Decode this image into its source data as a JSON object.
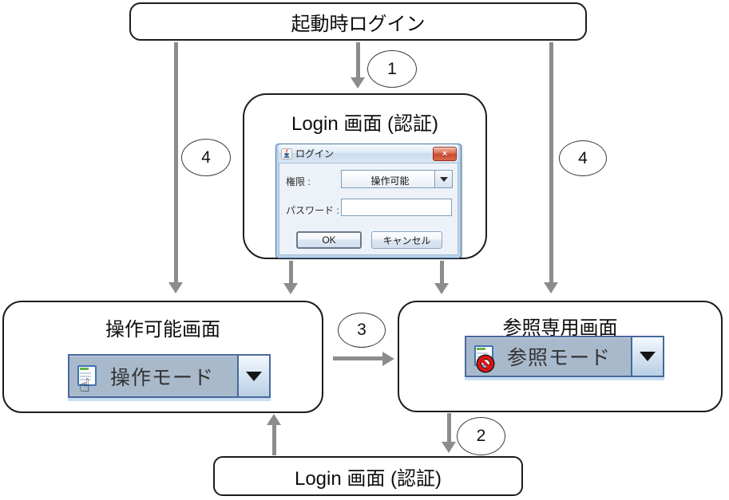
{
  "diagram": {
    "nodes": {
      "startup": "起動時ログイン",
      "login_top": "Login 画面 (認証)",
      "operable": "操作可能画面",
      "readonly": "参照専用画面",
      "login_bottom": "Login 画面 (認証)"
    },
    "step_labels": {
      "one": "1",
      "two": "2",
      "three": "3",
      "four_left": "4",
      "four_right": "4"
    },
    "colors": {
      "arrow": "#8c8c8c",
      "node_border": "#1c1c1c",
      "mode_combo_bg": "#a9b9cc",
      "mode_combo_border": "#47699b"
    }
  },
  "login_dialog": {
    "title": "ログイン",
    "close_glyph": "×",
    "permission_label": "権限 :",
    "permission_value": "操作可能",
    "password_label": "パスワード :",
    "password_value": "",
    "ok_label": "OK",
    "cancel_label": "キャンセル"
  },
  "mode_controls": {
    "operable_text": "操作モード",
    "readonly_text": "参照モード"
  }
}
